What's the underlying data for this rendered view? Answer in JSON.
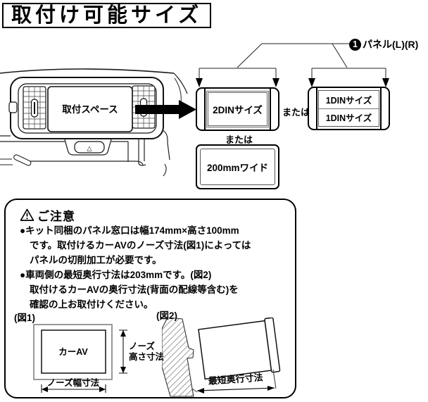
{
  "title": "取付け可能サイズ",
  "dashboard": {
    "space_label": "取付スペース",
    "hazard_symbol": "△"
  },
  "callout": {
    "number": "1",
    "label": "パネル(L)(R)"
  },
  "options": {
    "or_side": "または",
    "or_below": "または",
    "din2": {
      "label": "2DINサイズ"
    },
    "din1": {
      "top": "1DINサイズ",
      "bottom": "1DINサイズ"
    },
    "wide200": {
      "label": "200mmワイド"
    }
  },
  "caution": {
    "header": "ご注意",
    "lines": [
      "●キット同梱のパネル窓口は幅174mm×高さ100mm",
      "です。取付けるカーAVのノーズ寸法(図1)によっては",
      "パネルの切削加工が必要です。",
      "●車両側の最短奥行寸法は203mmです。(図2)",
      "取付けるカーAVの奥行寸法(背面の配線等含む)を",
      "確認の上お取付けください。"
    ],
    "fig1": {
      "caption": "(図1)",
      "unit_label": "カーAV",
      "height_label1": "ノーズ",
      "height_label2": "高さ寸法",
      "width_label": "ノーズ幅寸法"
    },
    "fig2": {
      "caption": "(図2)",
      "depth_label": "最短奥行寸法"
    }
  }
}
